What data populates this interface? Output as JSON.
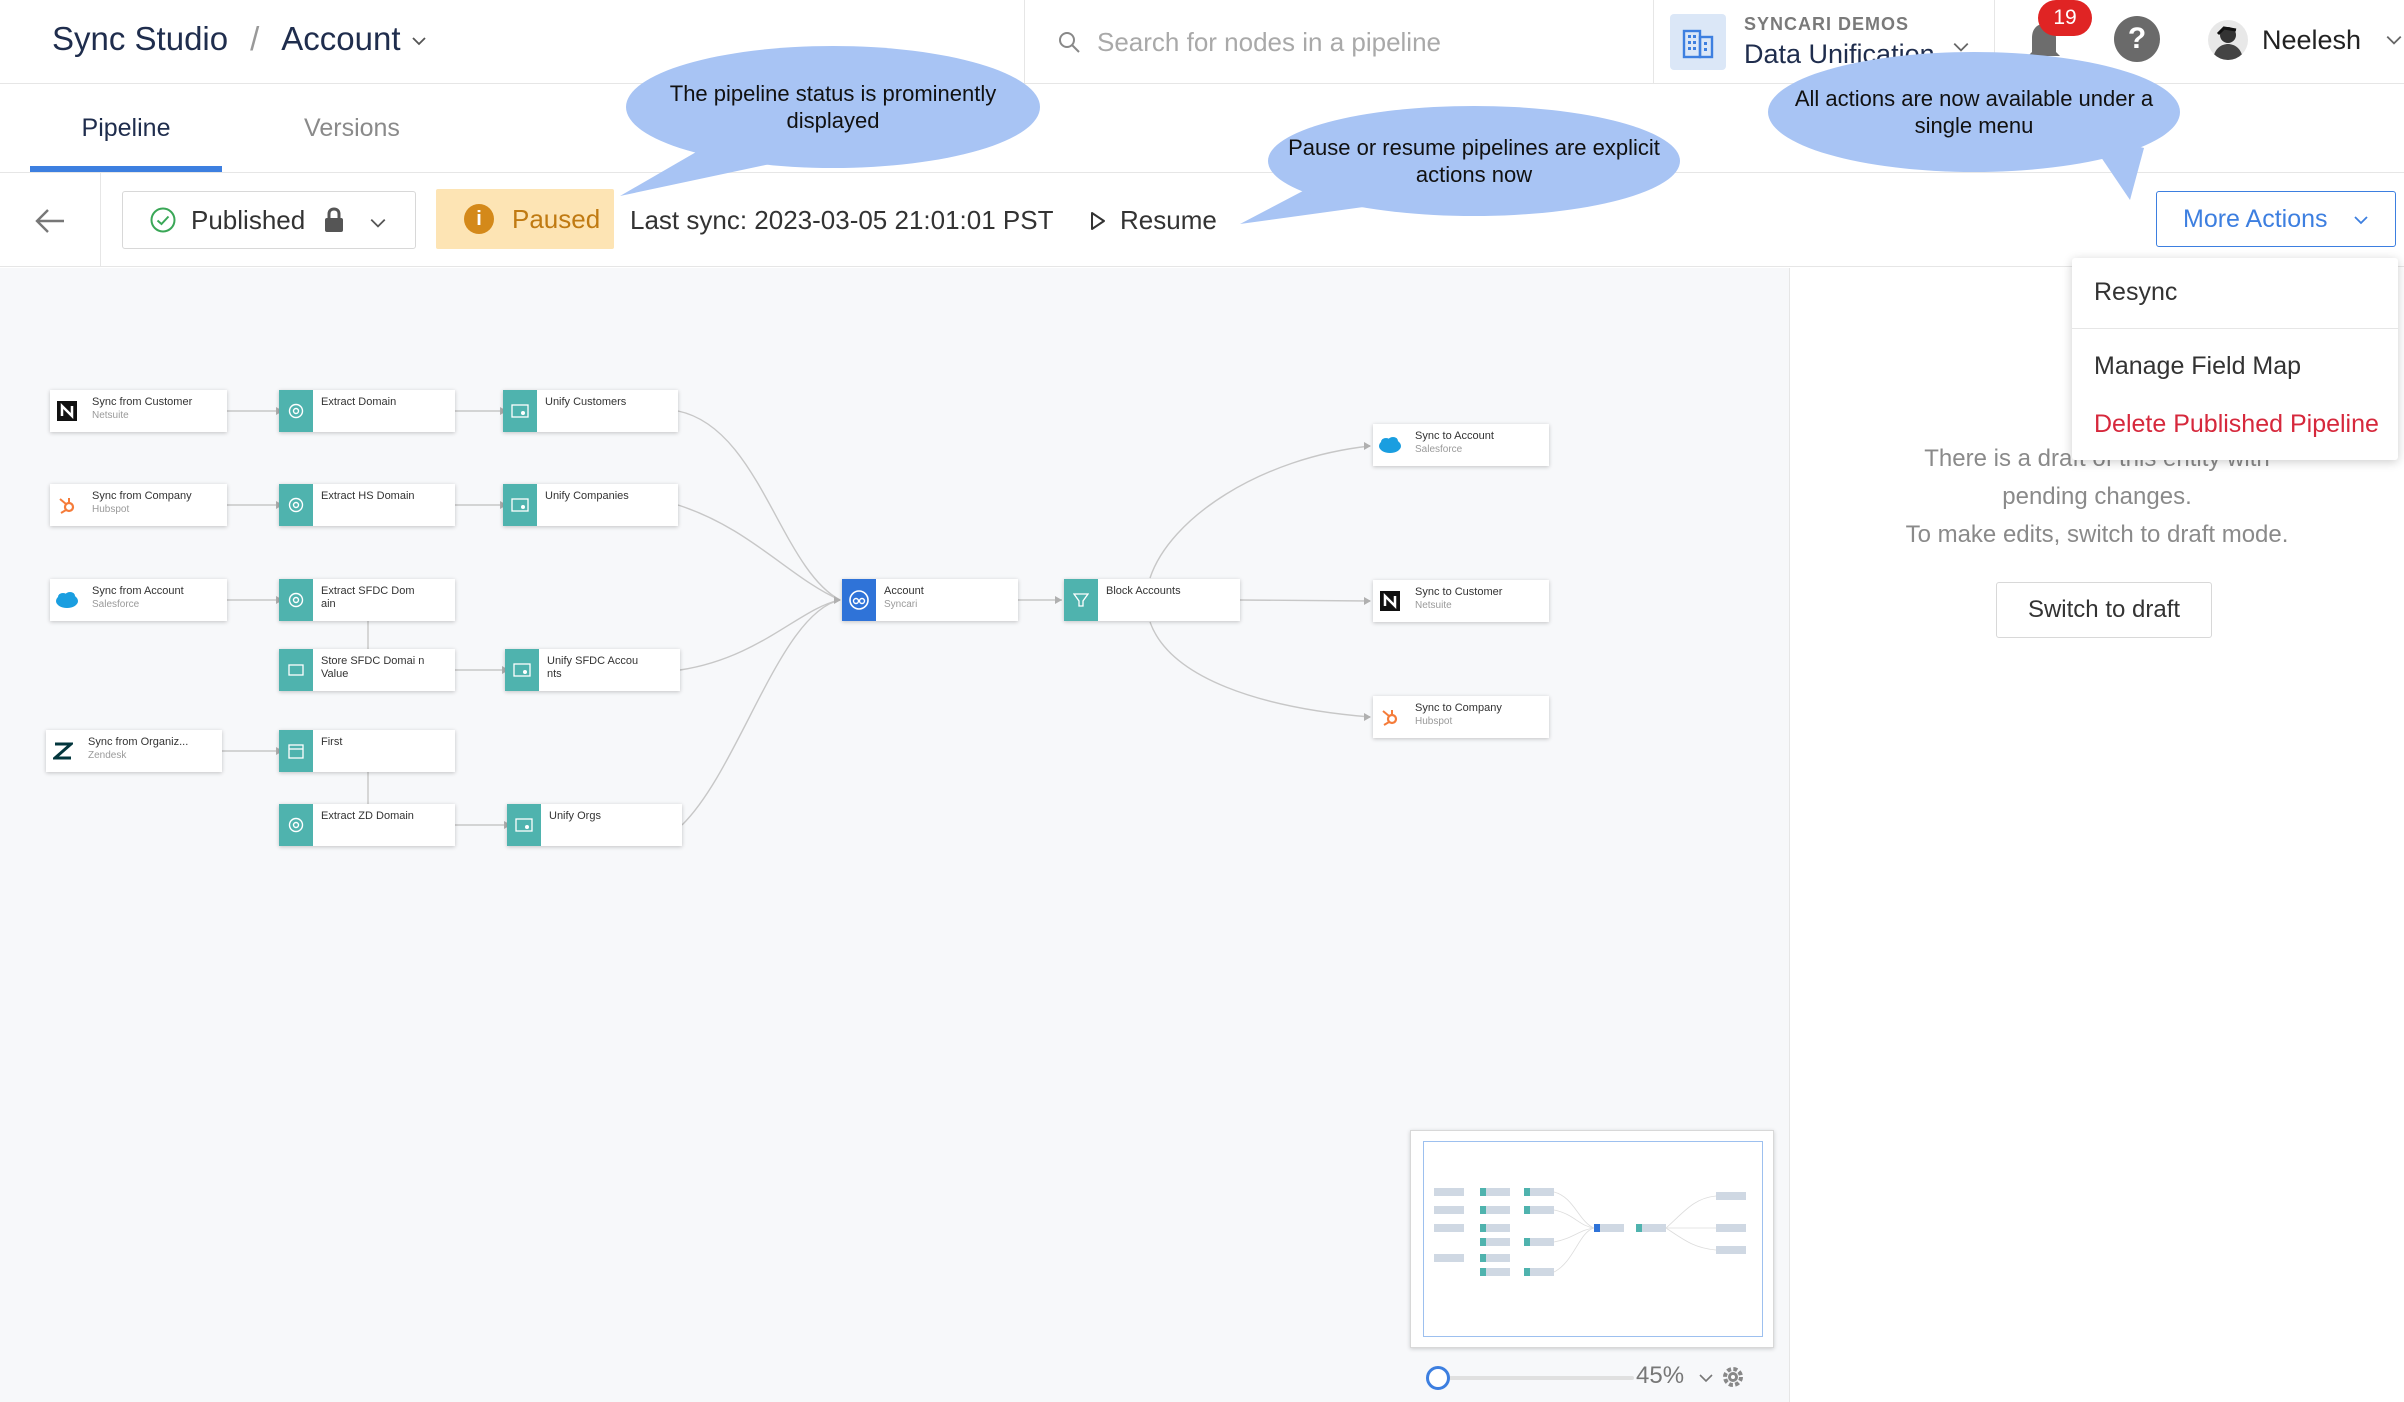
{
  "header": {
    "app_name": "Sync Studio",
    "separator": "/",
    "entity": "Account",
    "search_placeholder": "Search for nodes in a pipeline",
    "org_label": "SYNCARI DEMOS",
    "org_name": "Data Unification",
    "notification_count": "19",
    "help_glyph": "?",
    "user_name": "Neelesh"
  },
  "tabs": [
    {
      "label": "Pipeline",
      "active": true
    },
    {
      "label": "Versions",
      "active": false
    }
  ],
  "toolbar": {
    "status_label": "Published",
    "pipeline_state": "Paused",
    "info_glyph": "i",
    "last_sync": "Last sync: 2023-03-05 21:01:01 PST",
    "resume_label": "Resume",
    "more_actions_label": "More Actions"
  },
  "menu": {
    "items": [
      "Resync",
      "Manage Field Map",
      "Delete Published Pipeline"
    ]
  },
  "right_panel": {
    "message_lines": [
      "There is a draft of this entity with",
      "pending changes.",
      "To make edits, switch to draft mode."
    ],
    "switch_label": "Switch to draft"
  },
  "callouts": [
    "The pipeline status is prominently displayed",
    "Pause or resume pipelines are explicit actions now",
    "All actions are now available under a single menu"
  ],
  "nodes": {
    "sync_customer": {
      "title": "Sync from Customer",
      "sub": "Netsuite"
    },
    "sync_company": {
      "title": "Sync from Company",
      "sub": "Hubspot"
    },
    "sync_account": {
      "title": "Sync from  Account",
      "sub": "Salesforce"
    },
    "sync_org": {
      "title": "Sync from  Organiz...",
      "sub": "Zendesk"
    },
    "extract_domain": {
      "title": "Extract Domain"
    },
    "extract_hs": {
      "title": "Extract HS Domain"
    },
    "extract_sfdc": {
      "title": "Extract SFDC Dom ain"
    },
    "store_sfdc": {
      "title": "Store SFDC Domai n Value"
    },
    "first": {
      "title": "First"
    },
    "extract_zd": {
      "title": "Extract ZD Domain"
    },
    "unify_customers": {
      "title": "Unify Customers"
    },
    "unify_companies": {
      "title": "Unify Companies"
    },
    "unify_sfdc": {
      "title": "Unify SFDC Accou nts"
    },
    "unify_orgs": {
      "title": "Unify Orgs"
    },
    "account": {
      "title": "Account",
      "sub": "Syncari"
    },
    "block_accounts": {
      "title": "Block Accounts"
    },
    "to_account": {
      "title": "Sync to Account",
      "sub": "Salesforce"
    },
    "to_customer": {
      "title": "Sync to Customer",
      "sub": "Netsuite"
    },
    "to_company": {
      "title": "Sync to Company",
      "sub": "Hubspot"
    }
  },
  "zoom": {
    "value": "45%"
  },
  "colors": {
    "accent": "#3d7fe0",
    "paused_bg": "#fde4b4",
    "paused_text": "#c07a12",
    "danger": "#d6283c",
    "node_icon": "#4fb3ae",
    "callout": "#a8c4f4",
    "badge": "#e02424"
  },
  "icons": [
    "search-icon",
    "building-icon",
    "bell-icon",
    "help-icon",
    "avatar",
    "back-arrow-icon",
    "check-circle-icon",
    "lock-icon",
    "info-icon",
    "play-icon",
    "chevron-down-icon",
    "gear-icon"
  ]
}
